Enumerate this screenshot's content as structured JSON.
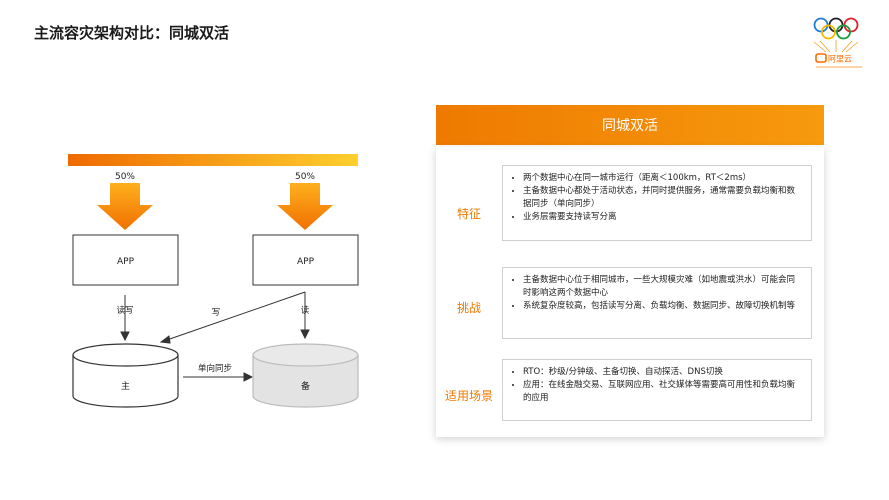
{
  "page_title": "主流容灾架构对比：同城双活",
  "logo": {
    "brand_text": "阿里云"
  },
  "diagram": {
    "left_percent": "50%",
    "right_percent": "50%",
    "app_left": "APP",
    "app_right": "APP",
    "read_write_label": "读写",
    "write_label": "写",
    "read_label": "读",
    "primary_label": "主",
    "backup_label": "备",
    "sync_label": "单向同步"
  },
  "panel": {
    "title": "同城双活",
    "sections": [
      {
        "label": "特征",
        "items": [
          "两个数据中心在同一城市运行（距离＜100km，RT＜2ms）",
          "主备数据中心都处于活动状态，并同时提供服务，通常需要负载均衡和数据同步（单向同步）",
          "业务层需要支持读写分离"
        ]
      },
      {
        "label": "挑战",
        "items": [
          "主备数据中心位于相同城市，一些大规模灾难（如地震或洪水）可能会同时影响这两个数据中心",
          "系统复杂度较高，包括读写分离、负载均衡、数据同步、故障切换机制等"
        ]
      },
      {
        "label": "适用场景",
        "items": [
          "RTO：秒级/分钟级、主备切换、自动探活、DNS切换",
          "应用：在线金融交易、互联网应用、社交媒体等需要高可用性和负载均衡的应用"
        ]
      }
    ]
  },
  "colors": {
    "accent": "#ee7a00",
    "accent_light": "#f9a21a"
  }
}
